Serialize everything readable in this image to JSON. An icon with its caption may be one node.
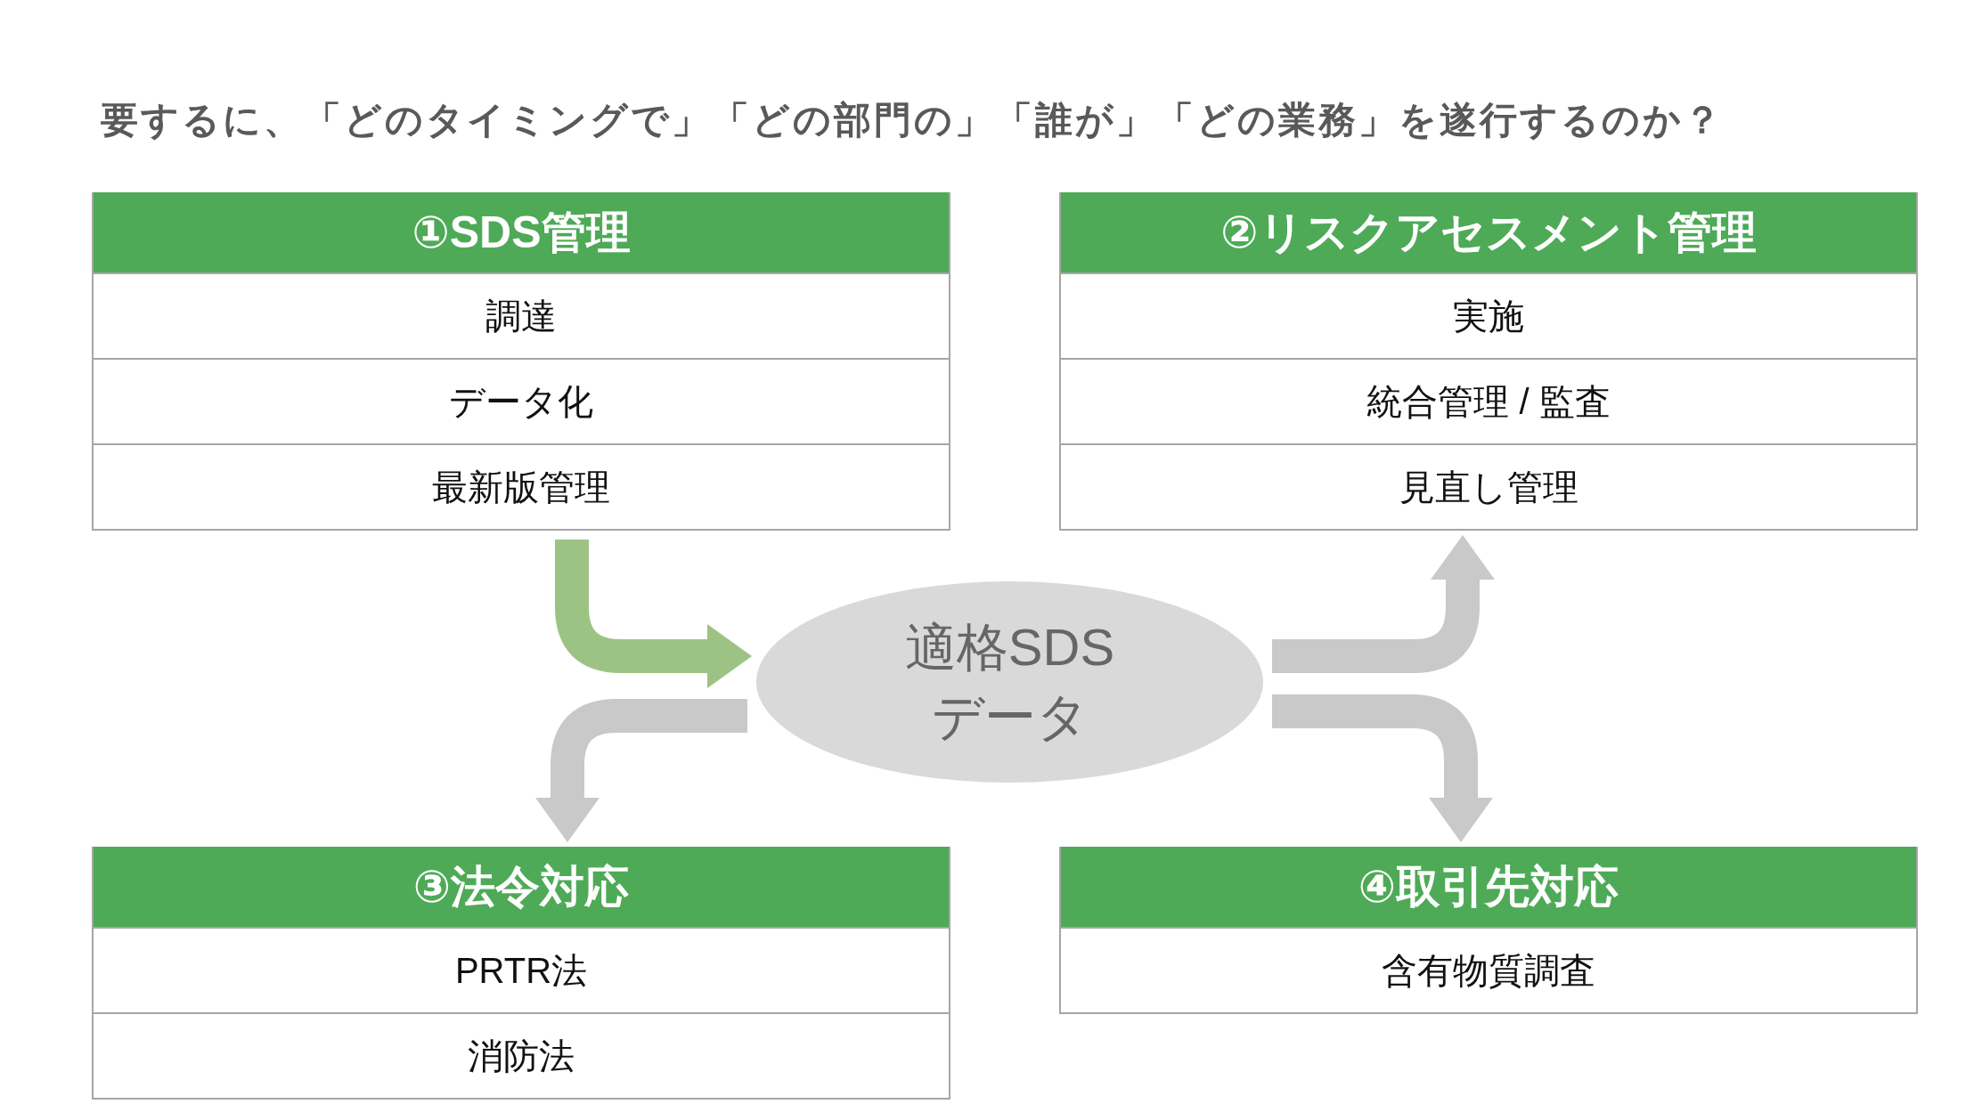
{
  "diagram": {
    "title": "要するに、「どのタイミングで」「どの部門の」「誰が」「どの業務」を遂行するのか？",
    "nodes": [
      {
        "text": [
          "①SDS管理"
        ]
      },
      {
        "text": [
          "調達"
        ],
        "in": 0
      },
      {
        "text": [
          "データ化"
        ],
        "in": 0
      },
      {
        "text": [
          "最新版管理"
        ],
        "in": 0
      },
      {
        "text": [
          "②リスクアセスメント管理"
        ]
      },
      {
        "text": [
          "実施"
        ],
        "in": 4
      },
      {
        "text": [
          "統合管理 / 監査"
        ],
        "in": 4
      },
      {
        "text": [
          "見直し管理"
        ],
        "in": 4
      },
      {
        "text": [
          "適格SDSデータ"
        ]
      },
      {
        "text": [
          "③法令対応"
        ]
      },
      {
        "text": [
          "PRTR法"
        ],
        "in": 9
      },
      {
        "text": [
          "消防法"
        ],
        "in": 9
      },
      {
        "text": [
          "④取引先対応"
        ]
      },
      {
        "text": [
          "含有物質調査"
        ],
        "in": 12
      }
    ],
    "edges": [
      {
        "from": 0,
        "to": 8,
        "arrow": "to",
        "color": "#9dc384"
      },
      {
        "from": 8,
        "to": 9,
        "arrow": "to"
      },
      {
        "from": 8,
        "to": 4,
        "arrow": "to"
      },
      {
        "from": 8,
        "to": 12,
        "arrow": "to"
      }
    ]
  }
}
